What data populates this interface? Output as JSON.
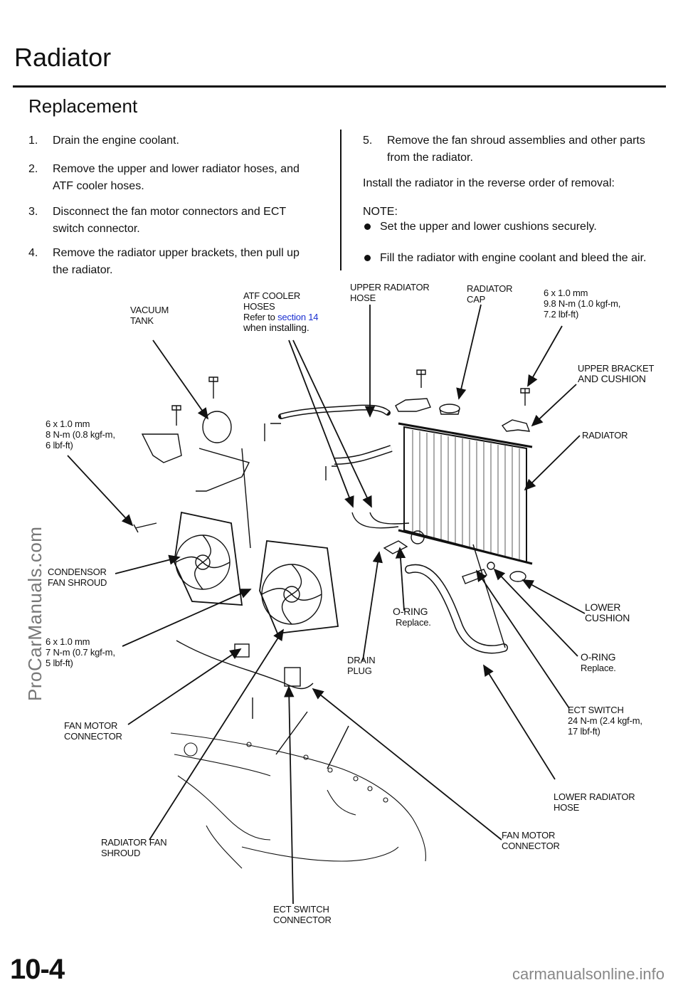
{
  "header": {
    "title": "Radiator",
    "subtitle": "Replacement"
  },
  "steps_left": [
    {
      "num": "1.",
      "line1": "Drain the engine coolant.",
      "line2": ""
    },
    {
      "num": "2.",
      "line1": "Remove the upper and lower radiator hoses, and",
      "line2": "ATF cooler hoses."
    },
    {
      "num": "3.",
      "line1": "Disconnect the fan motor connectors and ECT",
      "line2": "switch connector."
    },
    {
      "num": "4.",
      "line1": "Remove the radiator upper brackets, then pull up",
      "line2": "the radiator."
    }
  ],
  "step5": {
    "num": "5.",
    "line1": "Remove the fan shroud assemblies and other parts",
    "line2": "from the radiator."
  },
  "install_text": "Install the radiator in the reverse order of removal:",
  "note_label": "NOTE:",
  "notes": [
    "Set the upper and lower cushions securely.",
    "Fill the radiator with engine coolant and bleed the air."
  ],
  "labels": {
    "vacuum_tank": [
      "VACUUM",
      "TANK"
    ],
    "atf_hoses": [
      "ATF COOLER",
      "HOSES"
    ],
    "refer_prefix": "Refer to ",
    "refer_link": "section 14",
    "when_installing": "when installing.",
    "upper_hose": [
      "UPPER RADIATOR",
      "HOSE"
    ],
    "radiator_cap": [
      "RADIATOR",
      "CAP"
    ],
    "bolt_top_right": [
      "6 x 1.0 mm",
      "9.8 N-m (1.0 kgf-m,",
      "7.2 lbf-ft)"
    ],
    "upper_bracket": [
      "UPPER BRACKET",
      "AND CUSHION"
    ],
    "radiator": "RADIATOR",
    "bolt_left": [
      "6 x 1.0 mm",
      "8 N-m (0.8 kgf-m,",
      "6 lbf-ft)"
    ],
    "condenser_shroud": [
      "CONDENSOR",
      "FAN SHROUD"
    ],
    "bolt_left2": [
      "6 x 1.0 mm",
      "7 N-m (0.7 kgf-m,",
      "5 lbf-ft)"
    ],
    "oring_center": [
      "O-RING",
      "Replace."
    ],
    "lower_cushion": [
      "LOWER",
      "CUSHION"
    ],
    "drain_plug": [
      "DRAIN",
      "PLUG"
    ],
    "oring_right": [
      "O-RING",
      "Replace."
    ],
    "ect_switch": [
      "ECT SWITCH",
      "24 N-m (2.4 kgf-m,",
      "17 lbf-ft)"
    ],
    "fan_motor_conn_left": [
      "FAN MOTOR",
      "CONNECTOR"
    ],
    "lower_hose": [
      "LOWER RADIATOR",
      "HOSE"
    ],
    "fan_motor_conn_right": [
      "FAN MOTOR",
      "CONNECTOR"
    ],
    "radiator_fan_shroud": [
      "RADIATOR FAN",
      "SHROUD"
    ],
    "ect_switch_conn": [
      "ECT SWITCH",
      "CONNECTOR"
    ]
  },
  "watermark": "ProCarManuals.com",
  "page_number": "10-4",
  "footer": "carmanualsonline.info"
}
